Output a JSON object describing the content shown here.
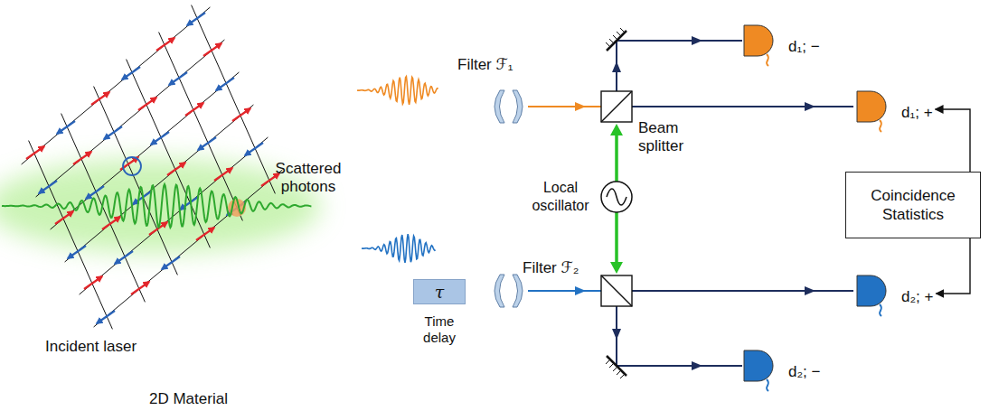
{
  "diagram": {
    "nodes": [
      {
        "text": [
          "τ",
          "Time delay"
        ]
      },
      {
        "text": [
          "d₁; −"
        ]
      },
      {
        "text": [
          "d₁; +"
        ]
      },
      {
        "text": [
          "Coincidence Statistics"
        ]
      },
      {
        "text": [
          "d₂; +"
        ]
      },
      {
        "text": [
          "d₂; −"
        ]
      }
    ],
    "edges": [
      {
        "from": 3,
        "to": 2,
        "arrow": "to"
      },
      {
        "from": 3,
        "to": 4,
        "arrow": "to"
      }
    ],
    "labels": [
      "Scattered photons",
      "Filter ℱ₁",
      "Beam splitter",
      "Local oscillator",
      "Filter ℱ₂",
      "Incident laser",
      "2D Material"
    ]
  }
}
